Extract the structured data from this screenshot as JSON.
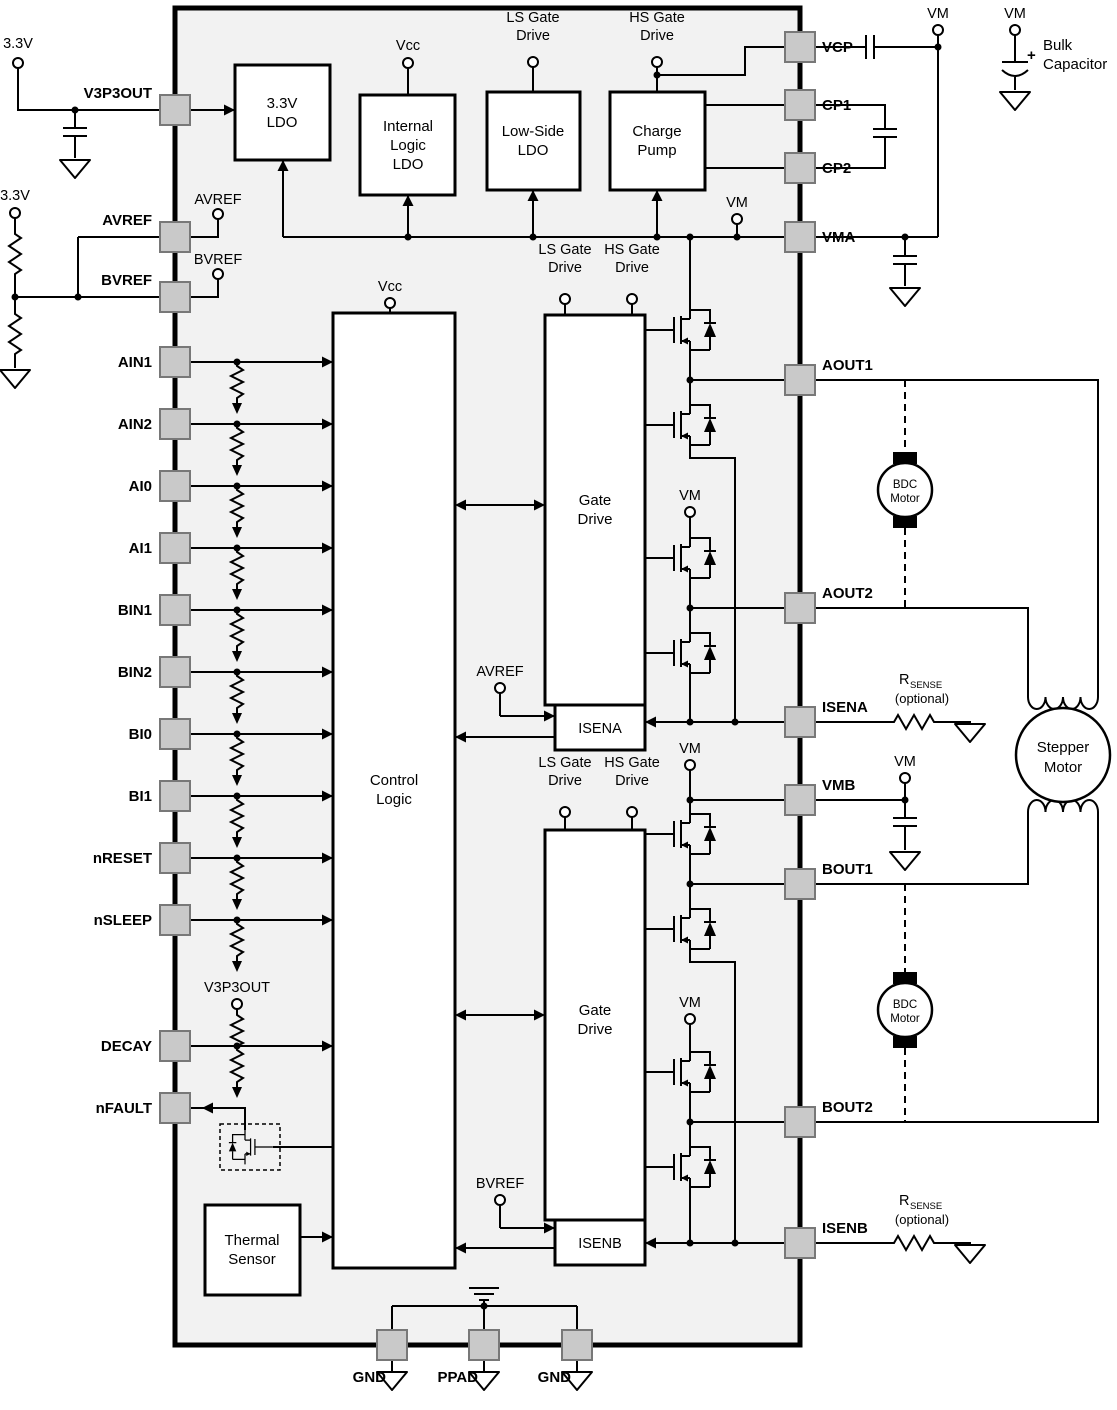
{
  "colors": {
    "chip_fill": "#f2f2f2",
    "block_fill": "#ffffff",
    "pin_fill": "#c9c9c9",
    "line": "#000000"
  },
  "left_pins": [
    "V3P3OUT",
    "AVREF",
    "BVREF",
    "AIN1",
    "AIN2",
    "AI0",
    "AI1",
    "BIN1",
    "BIN2",
    "BI0",
    "BI1",
    "nRESET",
    "nSLEEP",
    "DECAY",
    "nFAULT"
  ],
  "right_pins": [
    "VCP",
    "CP1",
    "CP2",
    "VMA",
    "AOUT1",
    "AOUT2",
    "ISENA",
    "VMB",
    "BOUT1",
    "BOUT2",
    "ISENB"
  ],
  "bottom_pins": [
    "GND",
    "PPAD",
    "GND"
  ],
  "blocks": {
    "ldo33": [
      "3.3V",
      "LDO"
    ],
    "internal_logic_ldo": [
      "Internal",
      "Logic",
      "LDO"
    ],
    "low_side_ldo": [
      "Low-Side",
      "LDO"
    ],
    "charge_pump": [
      "Charge",
      "Pump"
    ],
    "control_logic": [
      "Control",
      "Logic"
    ],
    "gate_drive": [
      "Gate",
      "Drive"
    ],
    "isena": "ISENA",
    "isenb": "ISENB",
    "thermal_sensor": [
      "Thermal",
      "Sensor"
    ]
  },
  "terminals": {
    "vcc": "Vcc",
    "vm": "VM",
    "v33": "3.3V",
    "ls_gate": [
      "LS Gate",
      "Drive"
    ],
    "hs_gate": [
      "HS Gate",
      "Drive"
    ],
    "avref": "AVREF",
    "bvref": "BVREF",
    "v3p3out": "V3P3OUT"
  },
  "external": {
    "bulk_cap": [
      "Bulk",
      "Capacitor"
    ],
    "plus": "+",
    "bdc_motor": [
      "BDC",
      "Motor"
    ],
    "stepper_motor": [
      "Stepper",
      "Motor"
    ],
    "rsense": {
      "r": "R",
      "sub": "SENSE",
      "note": "(optional)"
    }
  }
}
